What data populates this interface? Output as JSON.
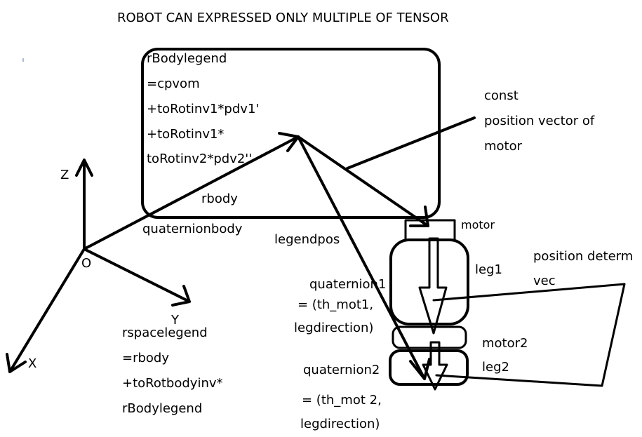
{
  "title": "ROBOT CAN EXPRESSED ONLY MULTIPLE OF TENSOR",
  "body_box_lines": [
    "rBodylegend",
    "=cpvom",
    "+toRotinv1*pdv1'",
    "+toRotinv1*",
    "toRotinv2*pdv2''"
  ],
  "rbody": "rbody",
  "quaternionbody": "quaternionbody",
  "legendpos": "legendpos",
  "const_note": [
    "const",
    "position vector of",
    "motor"
  ],
  "axes": {
    "z": "Z",
    "origin": "O",
    "y": "Y",
    "x": "X"
  },
  "rspace_lines": [
    "rspacelegend",
    "=rbody",
    "+toRotbodyinv*",
    "rBodylegend"
  ],
  "motor": "motor",
  "leg1": "leg1",
  "position_note": [
    "position determ",
    "vec"
  ],
  "quaternion1_lines": [
    "quaternion1",
    "= (th_mot1,",
    "legdirection)"
  ],
  "motor2": "motor2",
  "leg2": "leg2",
  "quaternion2_lines": [
    "quaternion2",
    "= (th_mot 2,",
    "legdirection)"
  ],
  "colors": {
    "ink": "#000000",
    "background": "#ffffff"
  }
}
